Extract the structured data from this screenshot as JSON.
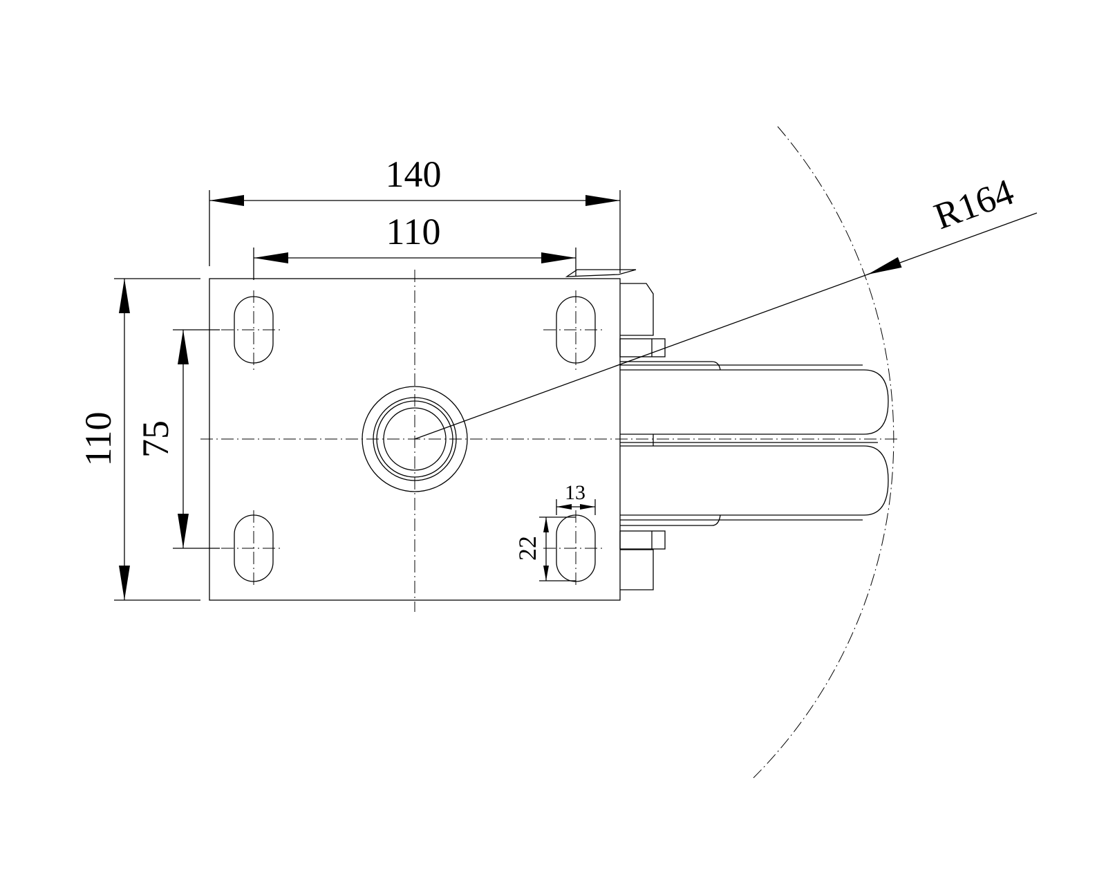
{
  "dimensions": {
    "overall_width": "140",
    "hole_spacing_x": "110",
    "overall_height": "110",
    "hole_spacing_y": "75",
    "slot_width": "13",
    "slot_length": "22",
    "wheel_radius": "R164"
  },
  "colors": {
    "line": "#000000",
    "background": "#ffffff"
  }
}
